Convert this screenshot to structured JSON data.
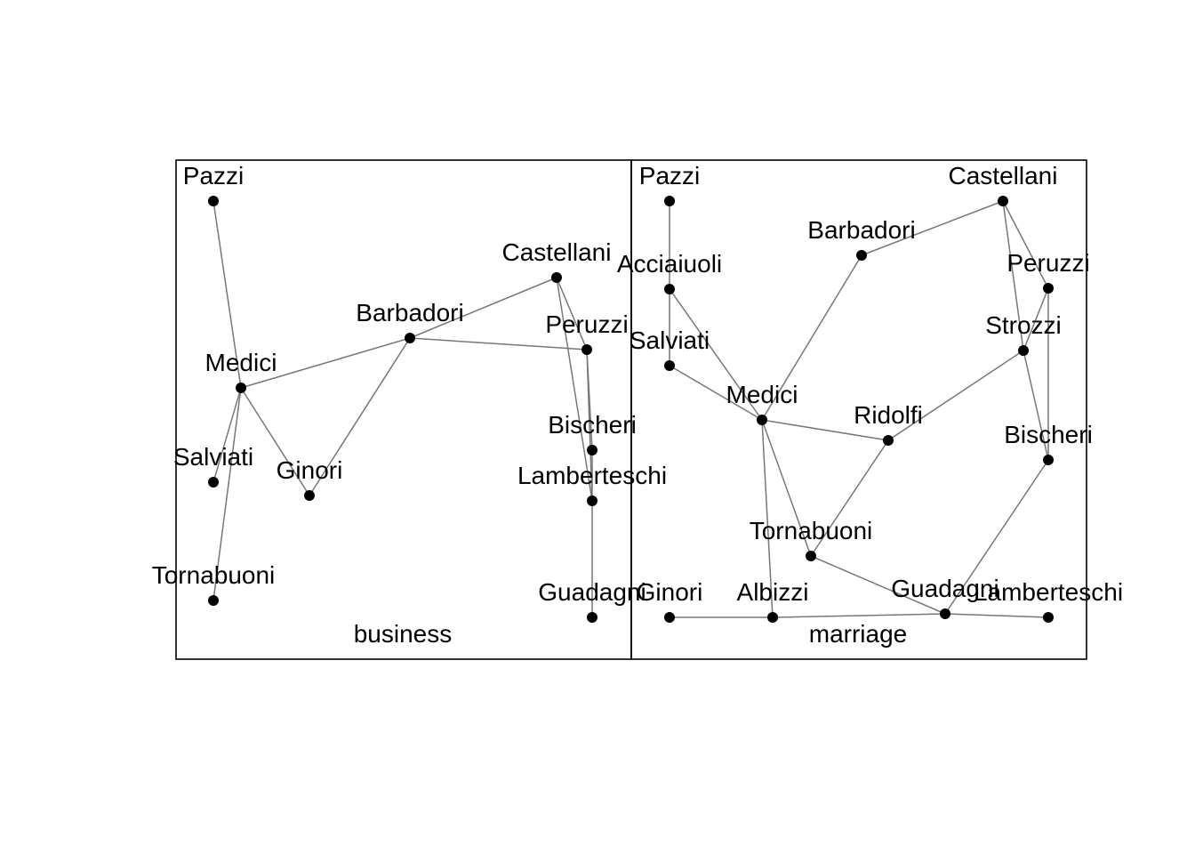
{
  "panels": [
    {
      "title": "business",
      "nodes": [
        {
          "id": "Pazzi",
          "label": "Pazzi"
        },
        {
          "id": "Castellani",
          "label": "Castellani"
        },
        {
          "id": "Barbadori",
          "label": "Barbadori"
        },
        {
          "id": "Peruzzi",
          "label": "Peruzzi"
        },
        {
          "id": "Medici",
          "label": "Medici"
        },
        {
          "id": "Bischeri",
          "label": "Bischeri"
        },
        {
          "id": "Salviati",
          "label": "Salviati"
        },
        {
          "id": "Ginori",
          "label": "Ginori"
        },
        {
          "id": "Lamberteschi",
          "label": "Lamberteschi"
        },
        {
          "id": "Tornabuoni",
          "label": "Tornabuoni"
        },
        {
          "id": "Guadagni",
          "label": "Guadagni"
        }
      ],
      "edges": [
        [
          "Pazzi",
          "Medici"
        ],
        [
          "Medici",
          "Salviati"
        ],
        [
          "Medici",
          "Tornabuoni"
        ],
        [
          "Medici",
          "Ginori"
        ],
        [
          "Medici",
          "Barbadori"
        ],
        [
          "Barbadori",
          "Ginori"
        ],
        [
          "Barbadori",
          "Castellani"
        ],
        [
          "Barbadori",
          "Peruzzi"
        ],
        [
          "Castellani",
          "Peruzzi"
        ],
        [
          "Castellani",
          "Lamberteschi"
        ],
        [
          "Peruzzi",
          "Bischeri"
        ],
        [
          "Peruzzi",
          "Lamberteschi"
        ],
        [
          "Bischeri",
          "Lamberteschi"
        ],
        [
          "Lamberteschi",
          "Guadagni"
        ]
      ]
    },
    {
      "title": "marriage",
      "nodes": [
        {
          "id": "Pazzi",
          "label": "Pazzi"
        },
        {
          "id": "Castellani",
          "label": "Castellani"
        },
        {
          "id": "Barbadori",
          "label": "Barbadori"
        },
        {
          "id": "Acciaiuoli",
          "label": "Acciaiuoli"
        },
        {
          "id": "Peruzzi",
          "label": "Peruzzi"
        },
        {
          "id": "Salviati",
          "label": "Salviati"
        },
        {
          "id": "Strozzi",
          "label": "Strozzi"
        },
        {
          "id": "Medici",
          "label": "Medici"
        },
        {
          "id": "Ridolfi",
          "label": "Ridolfi"
        },
        {
          "id": "Bischeri",
          "label": "Bischeri"
        },
        {
          "id": "Tornabuoni",
          "label": "Tornabuoni"
        },
        {
          "id": "Ginori",
          "label": "Ginori"
        },
        {
          "id": "Albizzi",
          "label": "Albizzi"
        },
        {
          "id": "Guadagni",
          "label": "Guadagni"
        },
        {
          "id": "Lamberteschi",
          "label": "Lamberteschi"
        }
      ],
      "edges": [
        [
          "Pazzi",
          "Salviati"
        ],
        [
          "Acciaiuoli",
          "Medici"
        ],
        [
          "Salviati",
          "Medici"
        ],
        [
          "Barbadori",
          "Medici"
        ],
        [
          "Barbadori",
          "Castellani"
        ],
        [
          "Castellani",
          "Peruzzi"
        ],
        [
          "Castellani",
          "Strozzi"
        ],
        [
          "Peruzzi",
          "Strozzi"
        ],
        [
          "Peruzzi",
          "Bischeri"
        ],
        [
          "Strozzi",
          "Bischeri"
        ],
        [
          "Strozzi",
          "Ridolfi"
        ],
        [
          "Medici",
          "Ridolfi"
        ],
        [
          "Medici",
          "Tornabuoni"
        ],
        [
          "Medici",
          "Albizzi"
        ],
        [
          "Ridolfi",
          "Tornabuoni"
        ],
        [
          "Tornabuoni",
          "Guadagni"
        ],
        [
          "Bischeri",
          "Guadagni"
        ],
        [
          "Ginori",
          "Albizzi"
        ],
        [
          "Albizzi",
          "Guadagni"
        ],
        [
          "Guadagni",
          "Lamberteschi"
        ]
      ]
    }
  ]
}
